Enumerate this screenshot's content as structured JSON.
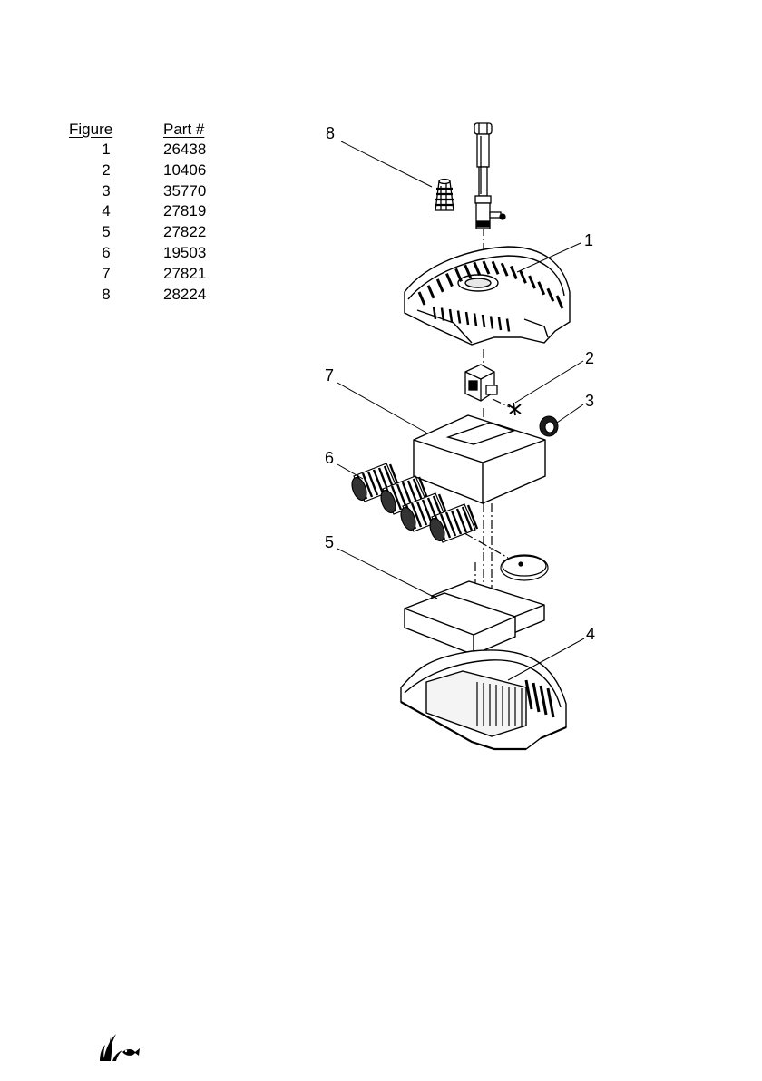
{
  "table": {
    "headers": {
      "figure": "Figure",
      "part": "Part #"
    },
    "rows": [
      {
        "figure": "1",
        "part": "26438"
      },
      {
        "figure": "2",
        "part": "10406"
      },
      {
        "figure": "3",
        "part": "35770"
      },
      {
        "figure": "4",
        "part": "27819"
      },
      {
        "figure": "5",
        "part": "27822"
      },
      {
        "figure": "6",
        "part": "19503"
      },
      {
        "figure": "7",
        "part": "27821"
      },
      {
        "figure": "8",
        "part": "28224"
      }
    ]
  },
  "diagram": {
    "callouts": {
      "c1": "1",
      "c2": "2",
      "c3": "3",
      "c4": "4",
      "c5": "5",
      "c6": "6",
      "c7": "7",
      "c8": "8"
    }
  },
  "icons": {
    "logo": "aquascape-plant-fish-logo-icon"
  }
}
